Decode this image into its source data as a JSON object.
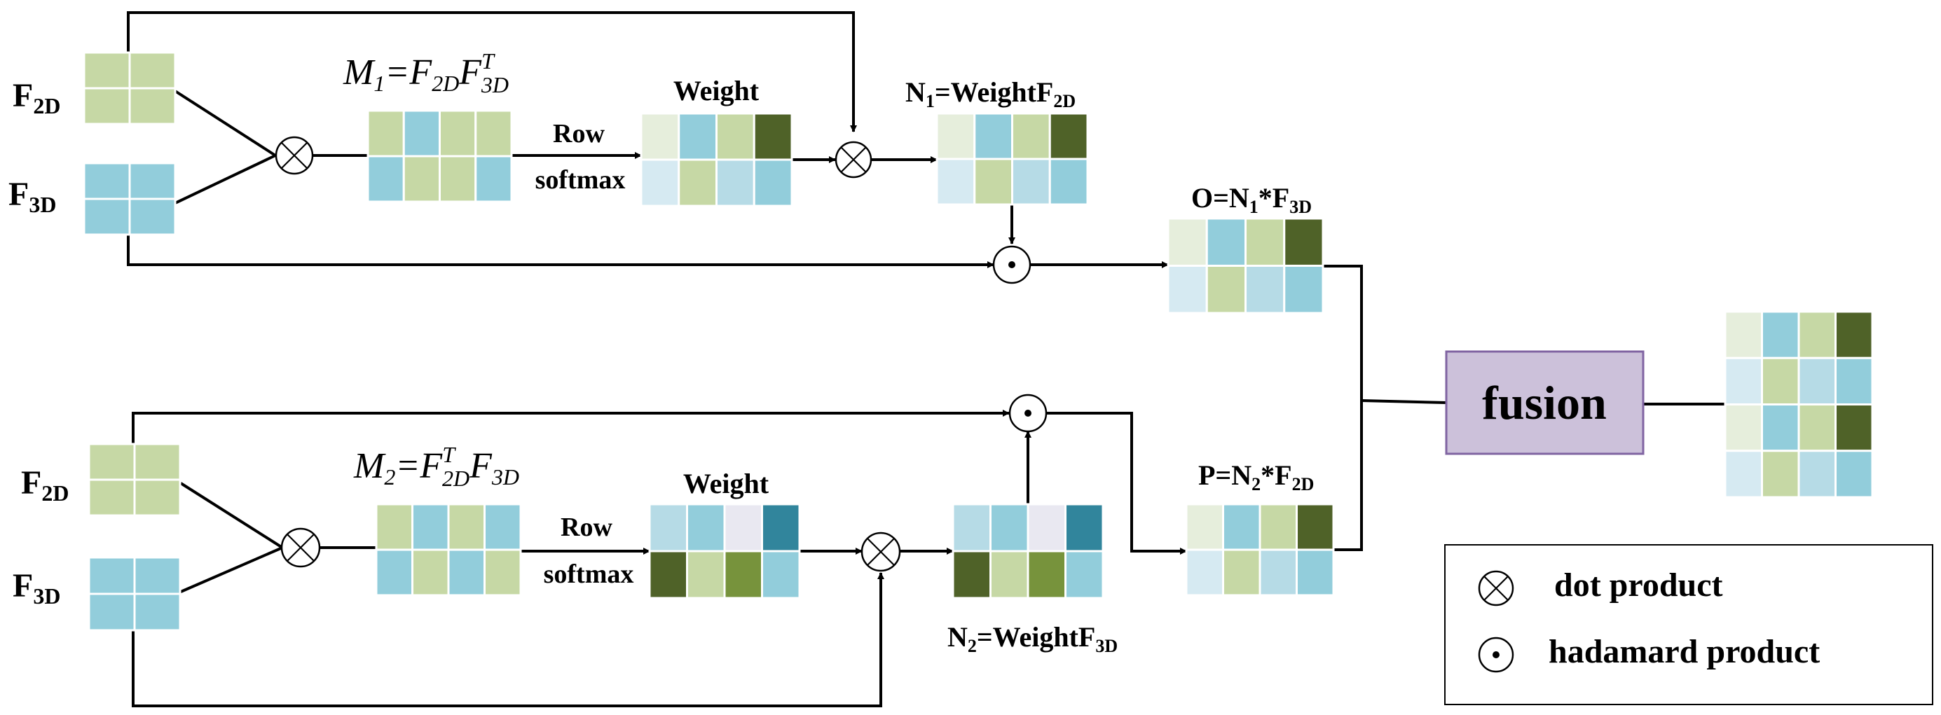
{
  "colors": {
    "light_green": "#c6d8a5",
    "light_blue": "#92cddb",
    "pale_green": "#e6eedc",
    "pale_blue": "#d6eaf2",
    "mid_blue": "#b6dbe6",
    "dark_green": "#4f6228",
    "olive": "#77933c",
    "lavender": "#e9e8f1",
    "teal": "#31859c",
    "fusion_fill": "#ccc1da",
    "fusion_border": "#8064a2"
  },
  "top_branch": {
    "f2d_label": {
      "main": "F",
      "sub": "2D"
    },
    "f3d_label": {
      "main": "F",
      "sub": "3D"
    },
    "m_formula": {
      "m": "M",
      "m_sub": "1",
      "eq": "=F",
      "a_sub": "2D",
      "f": "F",
      "b_sup": "T",
      "b_sub": "3D"
    },
    "row_label": "Row",
    "softmax_label": "softmax",
    "weight_label": "Weight",
    "n_label": {
      "pre": "N",
      "sub": "1",
      "mid": "=WeightF",
      "sub2": "2D"
    },
    "o_label": {
      "pre": "O=N",
      "sub": "1",
      "mid": "*F",
      "sub2": "3D"
    }
  },
  "bottom_branch": {
    "f2d_label": {
      "main": "F",
      "sub": "2D"
    },
    "f3d_label": {
      "main": "F",
      "sub": "3D"
    },
    "m_formula": {
      "m": "M",
      "m_sub": "2",
      "eq": "=F",
      "a_sup": "T",
      "a_sub": "2D",
      "f": "F",
      "b_sub": "3D"
    },
    "row_label": "Row",
    "softmax_label": "softmax",
    "weight_label": "Weight",
    "n_label": {
      "pre": "N",
      "sub": "2",
      "mid": "=WeightF",
      "sub2": "3D"
    },
    "p_label": {
      "pre": "P=N",
      "sub": "2",
      "mid": "*F",
      "sub2": "2D"
    }
  },
  "fusion_label": "fusion",
  "legend": {
    "dot_product": "dot product",
    "hadamard_product": "hadamard product"
  },
  "matrices": {
    "f2d": [
      [
        "light_green",
        "light_green"
      ],
      [
        "light_green",
        "light_green"
      ]
    ],
    "f3d": [
      [
        "light_blue",
        "light_blue"
      ],
      [
        "light_blue",
        "light_blue"
      ]
    ],
    "m1": [
      [
        "light_green",
        "light_blue",
        "light_green",
        "light_green"
      ],
      [
        "light_blue",
        "light_green",
        "light_green",
        "light_blue"
      ]
    ],
    "weight1": [
      [
        "pale_green",
        "light_blue",
        "light_green",
        "dark_green"
      ],
      [
        "pale_blue",
        "light_green",
        "mid_blue",
        "light_blue"
      ]
    ],
    "pattern_a": [
      [
        "pale_green",
        "light_blue",
        "light_green",
        "dark_green"
      ],
      [
        "pale_blue",
        "light_green",
        "mid_blue",
        "light_blue"
      ]
    ],
    "m2": [
      [
        "light_green",
        "light_blue",
        "light_green",
        "light_blue"
      ],
      [
        "light_blue",
        "light_green",
        "light_blue",
        "light_green"
      ]
    ],
    "weight2": [
      [
        "mid_blue",
        "light_blue",
        "lavender",
        "teal"
      ],
      [
        "dark_green",
        "light_green",
        "olive",
        "light_blue"
      ]
    ],
    "fusion_out": [
      [
        "pale_green",
        "light_blue",
        "light_green",
        "dark_green"
      ],
      [
        "pale_blue",
        "light_green",
        "mid_blue",
        "light_blue"
      ],
      [
        "pale_green",
        "light_blue",
        "light_green",
        "dark_green"
      ],
      [
        "pale_blue",
        "light_green",
        "mid_blue",
        "light_blue"
      ]
    ]
  }
}
